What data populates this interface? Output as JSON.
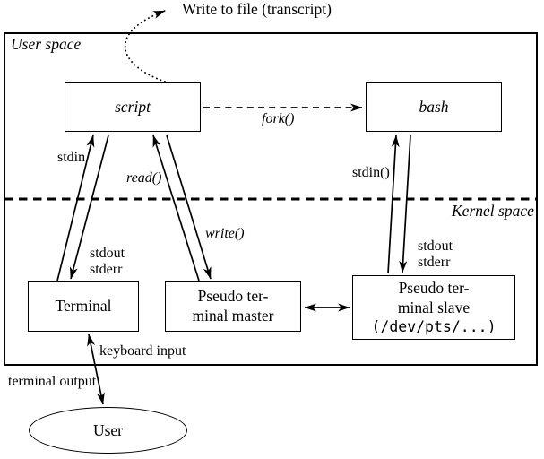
{
  "title": "Write to file (transcript)",
  "regions": {
    "user_space": "User space",
    "kernel_space": "Kernel space"
  },
  "nodes": {
    "script": "script",
    "bash": "bash",
    "terminal": "Terminal",
    "pty_master": {
      "line1": "Pseudo ter-",
      "line2": "minal master"
    },
    "pty_slave": {
      "line1": "Pseudo ter-",
      "line2": "minal slave",
      "line3": "(/dev/pts/...)"
    },
    "user": "User"
  },
  "edges": {
    "fork": "fork()",
    "stdin": "stdin",
    "read": "read()",
    "write": "write()",
    "stdout": "stdout",
    "stderr": "stderr",
    "stdin_bash": "stdin()",
    "keyboard_input": "keyboard input",
    "terminal_output": "terminal output"
  },
  "colors": {
    "ink": "#000000",
    "background": "#ffffff"
  }
}
